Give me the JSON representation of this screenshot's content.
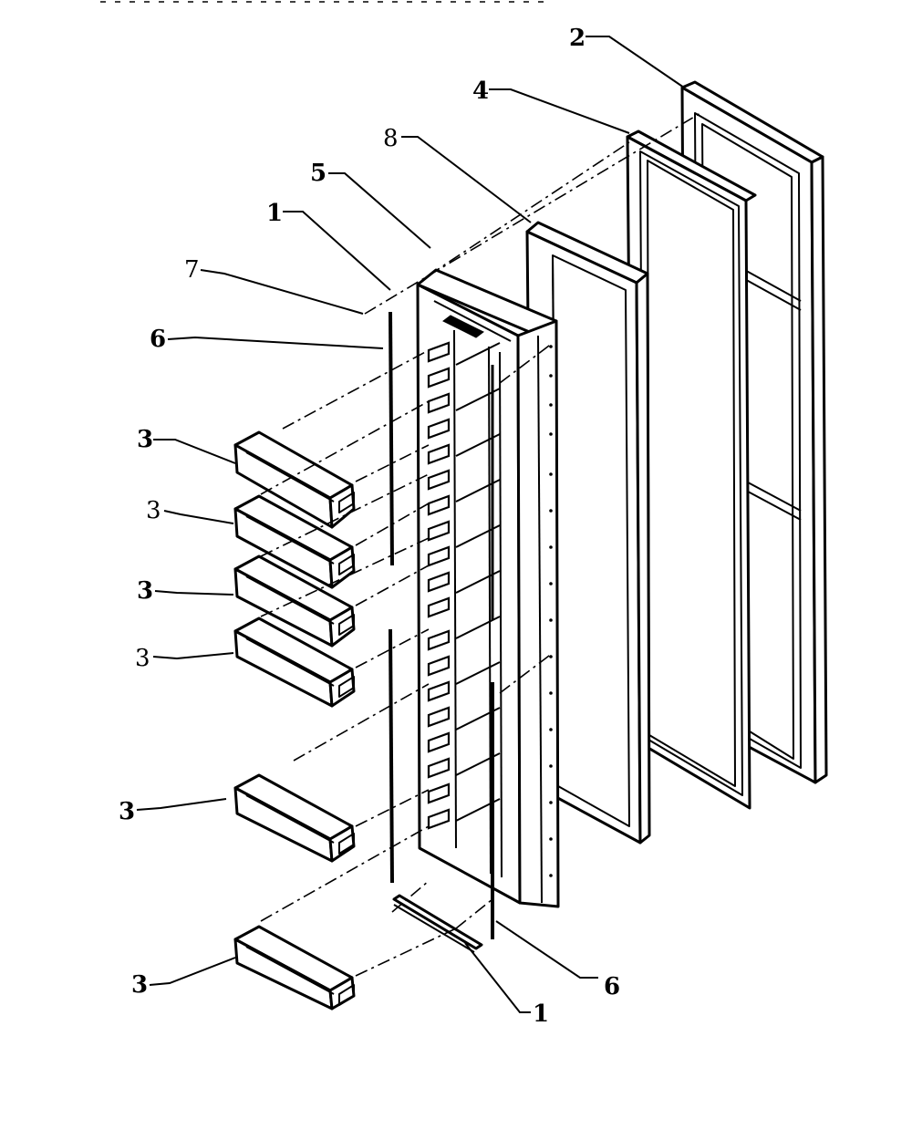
{
  "diagram": {
    "callouts": {
      "c2": "2",
      "c4": "4",
      "c8": "8",
      "c5": "5",
      "c1_top": "1",
      "c7": "7",
      "c6_top": "6",
      "c3_a": "3",
      "c3_b": "3",
      "c3_c": "3",
      "c3_d": "3",
      "c3_e": "3",
      "c3_f": "3",
      "c6_bottom": "6",
      "c1_bottom": "1"
    }
  }
}
